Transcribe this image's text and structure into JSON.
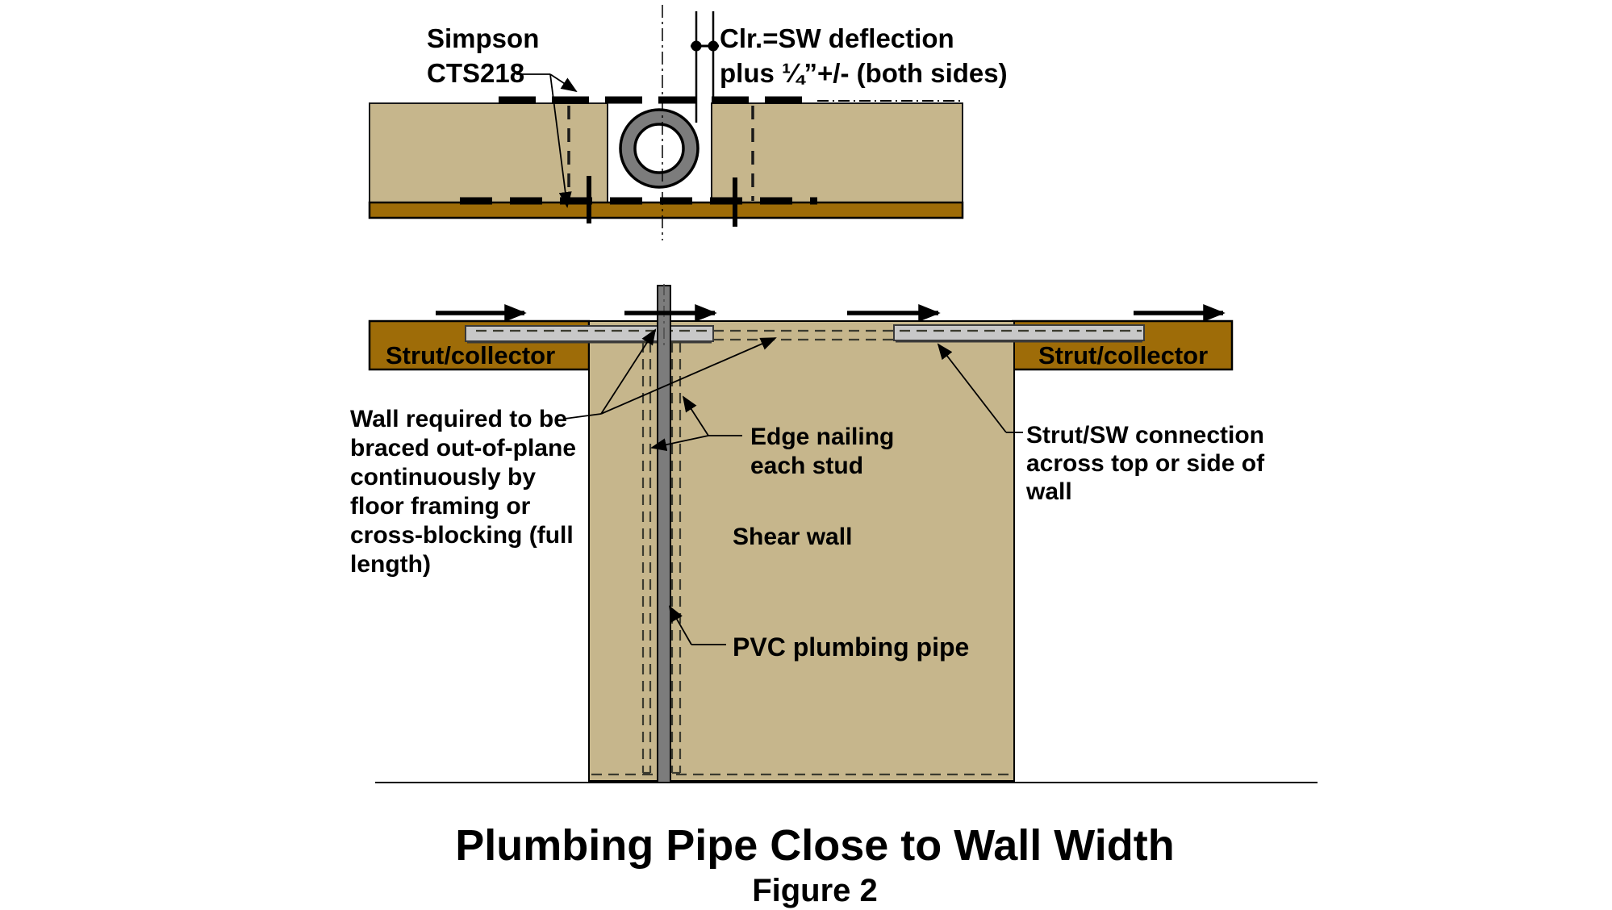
{
  "colors": {
    "tan": "#C6B68C",
    "brown": "#9E6C08",
    "plate": "#C8C8C8",
    "pipe": "#7C7C7C",
    "line": "#000000",
    "dash": "#3B3B2F"
  },
  "plan": {
    "simpson_lines": [
      "Simpson",
      "CTS218"
    ],
    "clearance_lines": [
      "Clr.=SW deflection",
      "plus ¼”+/- (both sides)"
    ]
  },
  "elevation": {
    "strut_collector_left": "Strut/collector",
    "strut_collector_right": "Strut/collector",
    "wall_braced_lines": [
      "Wall required to be",
      "braced out-of-plane",
      "continuously by",
      "floor framing or",
      "cross-blocking (full",
      "length)"
    ],
    "edge_nailing_lines": [
      "Edge nailing",
      "each stud"
    ],
    "shear_wall": "Shear wall",
    "pvc": "PVC plumbing pipe",
    "strut_sw_lines": [
      "Strut/SW connection",
      "across top or side of",
      "wall"
    ]
  },
  "caption": {
    "title": "Plumbing Pipe Close to Wall Width",
    "figure": "Figure 2"
  }
}
